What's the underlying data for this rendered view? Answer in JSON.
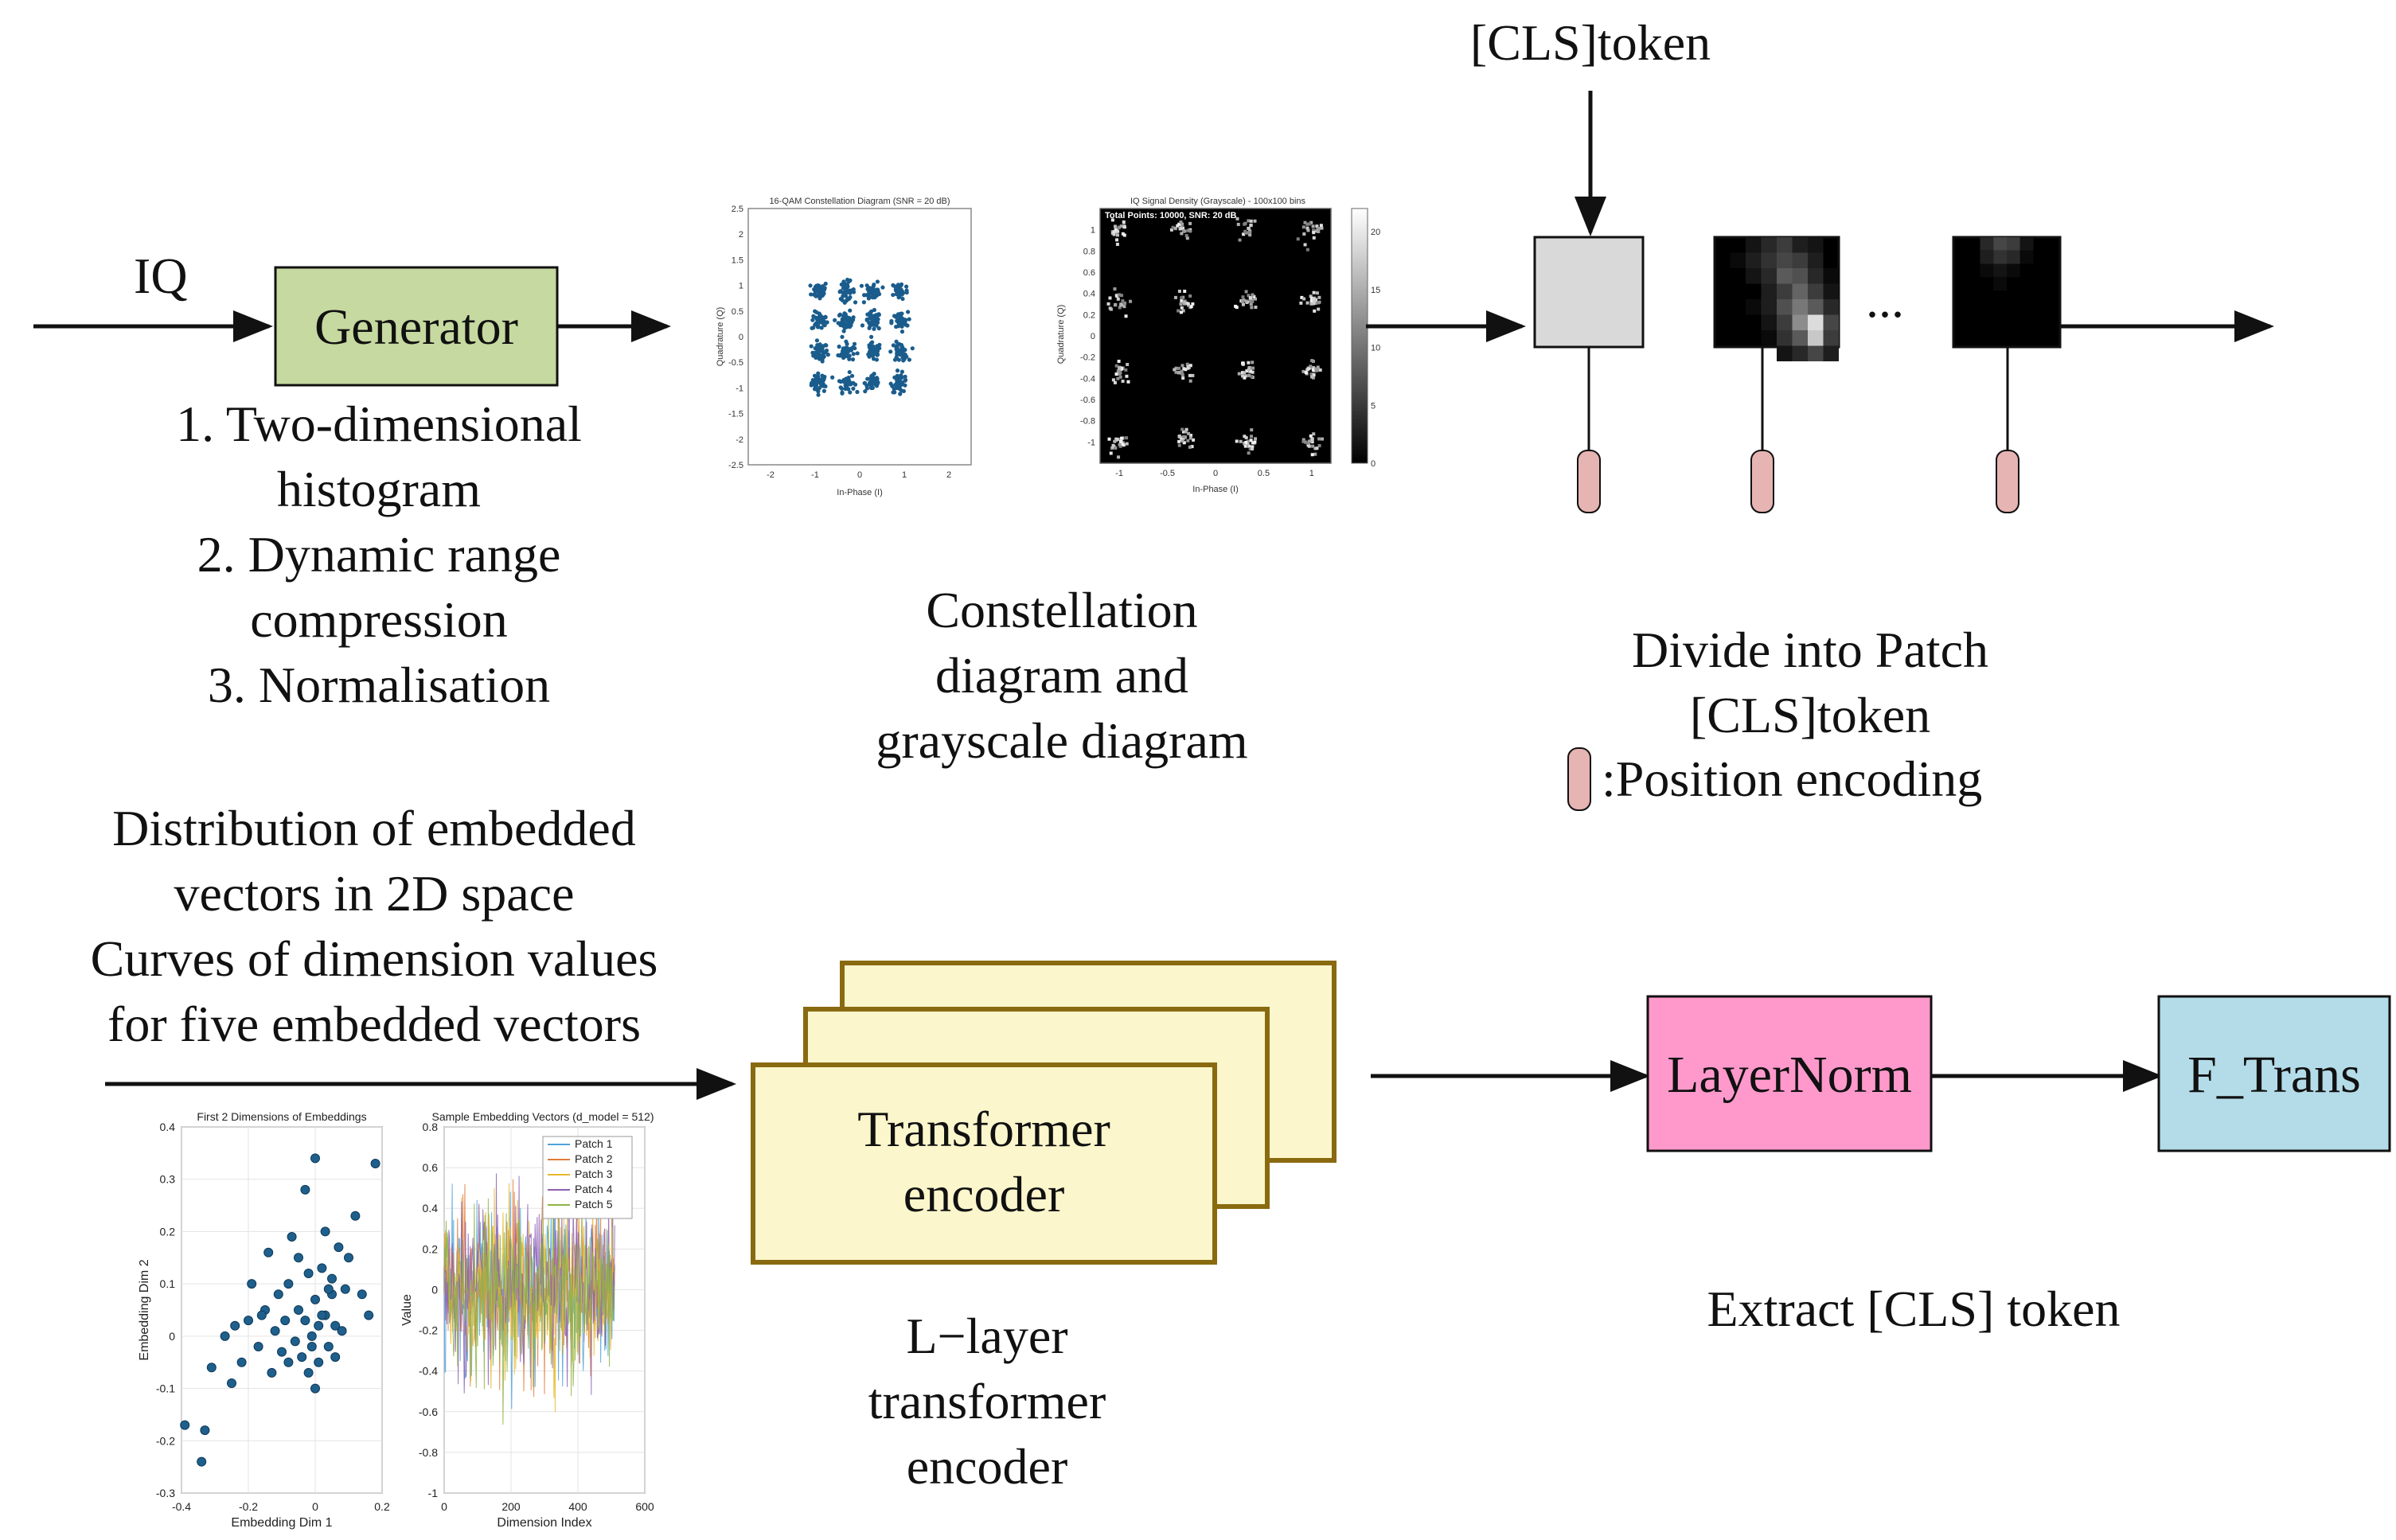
{
  "colors": {
    "generator_fill": "#c6d9a0",
    "transformer_fill": "#fcf6cc",
    "transformer_stroke": "#8a6a10",
    "layernorm_fill": "#ff99cc",
    "ftrans_fill": "#b4dce8",
    "position_encoding_fill": "#e6b4b2",
    "cls_patch_fill": "#d9d9d9",
    "scatter_point": "#1f5f8c",
    "constellation_point": "#1a5c8c"
  },
  "labels": {
    "iq": "IQ",
    "generator": "Generator",
    "generator_steps": [
      "1. Two-dimensional",
      "histogram",
      "2. Dynamic range",
      "compression",
      "3. Normalisation"
    ],
    "constellation_caption": [
      "Constellation",
      "diagram and",
      "grayscale diagram"
    ],
    "cls_token_top": "[CLS]token",
    "ellipsis": "...",
    "patch_caption": [
      "Divide into Patch",
      "[CLS]token"
    ],
    "position_encoding_legend": ":Position encoding",
    "embedding_caption": [
      "Distribution of embedded",
      "vectors in 2D space",
      "Curves of dimension values",
      "for five embedded vectors"
    ],
    "transformer_box": [
      "Transformer",
      "encoder"
    ],
    "transformer_caption": [
      "L−layer",
      "transformer",
      "encoder"
    ],
    "layernorm": "LayerNorm",
    "ftrans": "F_Trans",
    "extract_caption": "Extract [CLS] token"
  },
  "constellation_plot": {
    "title": "16-QAM Constellation Diagram (SNR = 20 dB)",
    "xlabel": "In-Phase (I)",
    "ylabel": "Quadrature (Q)",
    "x_ticks": [
      "-2",
      "-1",
      "0",
      "1",
      "2"
    ],
    "y_ticks": [
      "2.5",
      "2",
      "1.5",
      "1",
      "0.5",
      "0",
      "-0.5",
      "-1",
      "-1.5",
      "-2",
      "-2.5"
    ]
  },
  "density_plot": {
    "title": "IQ Signal Density (Grayscale) - 100x100 bins",
    "annotation": "Total Points: 10000, SNR: 20 dB",
    "xlabel": "In-Phase (I)",
    "ylabel": "Quadrature (Q)",
    "x_ticks": [
      "-1",
      "-0.5",
      "0",
      "0.5",
      "1"
    ],
    "y_ticks": [
      "1",
      "0.8",
      "0.6",
      "0.4",
      "0.2",
      "0",
      "-0.2",
      "-0.4",
      "-0.6",
      "-0.8",
      "-1"
    ],
    "colorbar_ticks": [
      "20",
      "15",
      "10",
      "5",
      "0"
    ]
  },
  "chart_data": [
    {
      "type": "scatter",
      "title": "First 2 Dimensions of Embeddings",
      "xlabel": "Embedding Dim 1",
      "ylabel": "Embedding Dim 2",
      "xlim": [
        -0.4,
        0.2
      ],
      "ylim": [
        -0.3,
        0.4
      ],
      "x_ticks": [
        "-0.4",
        "-0.2",
        "0",
        "0.2"
      ],
      "y_ticks": [
        "0.4",
        "0.3",
        "0.2",
        "0.1",
        "0",
        "-0.1",
        "-0.2",
        "-0.3"
      ],
      "grid": true,
      "points": [
        [
          -0.39,
          -0.17
        ],
        [
          -0.34,
          -0.24
        ],
        [
          -0.33,
          -0.18
        ],
        [
          -0.31,
          -0.06
        ],
        [
          -0.27,
          0.0
        ],
        [
          -0.25,
          -0.09
        ],
        [
          -0.24,
          0.02
        ],
        [
          -0.22,
          -0.05
        ],
        [
          -0.2,
          0.03
        ],
        [
          -0.19,
          0.1
        ],
        [
          -0.17,
          -0.02
        ],
        [
          -0.15,
          0.05
        ],
        [
          -0.14,
          0.16
        ],
        [
          -0.12,
          0.01
        ],
        [
          -0.11,
          0.08
        ],
        [
          -0.1,
          -0.03
        ],
        [
          -0.09,
          0.03
        ],
        [
          -0.08,
          0.1
        ],
        [
          -0.07,
          0.19
        ],
        [
          -0.06,
          -0.01
        ],
        [
          -0.05,
          0.05
        ],
        [
          -0.04,
          -0.04
        ],
        [
          -0.03,
          0.03
        ],
        [
          -0.03,
          0.28
        ],
        [
          -0.02,
          0.12
        ],
        [
          -0.02,
          -0.07
        ],
        [
          -0.01,
          0.0
        ],
        [
          0.0,
          0.34
        ],
        [
          0.0,
          -0.1
        ],
        [
          0.0,
          0.07
        ],
        [
          0.01,
          0.02
        ],
        [
          0.01,
          -0.05
        ],
        [
          0.02,
          0.13
        ],
        [
          0.03,
          0.04
        ],
        [
          0.03,
          0.2
        ],
        [
          0.04,
          -0.02
        ],
        [
          0.05,
          0.08
        ],
        [
          0.05,
          0.11
        ],
        [
          0.06,
          0.02
        ],
        [
          0.07,
          0.17
        ],
        [
          0.08,
          0.01
        ],
        [
          0.09,
          0.09
        ],
        [
          0.1,
          0.15
        ],
        [
          0.12,
          0.23
        ],
        [
          0.14,
          0.08
        ],
        [
          0.16,
          0.04
        ],
        [
          0.18,
          0.33
        ],
        [
          -0.13,
          -0.07
        ],
        [
          -0.05,
          0.15
        ],
        [
          0.06,
          -0.04
        ],
        [
          -0.08,
          -0.05
        ],
        [
          0.02,
          0.04
        ],
        [
          -0.01,
          -0.02
        ],
        [
          0.04,
          0.09
        ],
        [
          -0.16,
          0.04
        ]
      ]
    },
    {
      "type": "line",
      "title": "Sample Embedding Vectors (d_model = 512)",
      "xlabel": "Dimension Index",
      "ylabel": "Value",
      "xlim": [
        0,
        600
      ],
      "ylim": [
        -1,
        0.8
      ],
      "x_ticks": [
        "0",
        "200",
        "400",
        "600"
      ],
      "y_ticks": [
        "0.8",
        "0.6",
        "0.4",
        "0.2",
        "0",
        "-0.2",
        "-0.4",
        "-0.6",
        "-0.8",
        "-1"
      ],
      "grid": true,
      "legend_position": "top-right",
      "n_points": 512,
      "series": [
        {
          "name": "Patch 1",
          "color": "#4fa3d9"
        },
        {
          "name": "Patch 2",
          "color": "#e07b39"
        },
        {
          "name": "Patch 3",
          "color": "#e6b830"
        },
        {
          "name": "Patch 4",
          "color": "#8c5fb3"
        },
        {
          "name": "Patch 5",
          "color": "#8fb545"
        }
      ]
    }
  ]
}
